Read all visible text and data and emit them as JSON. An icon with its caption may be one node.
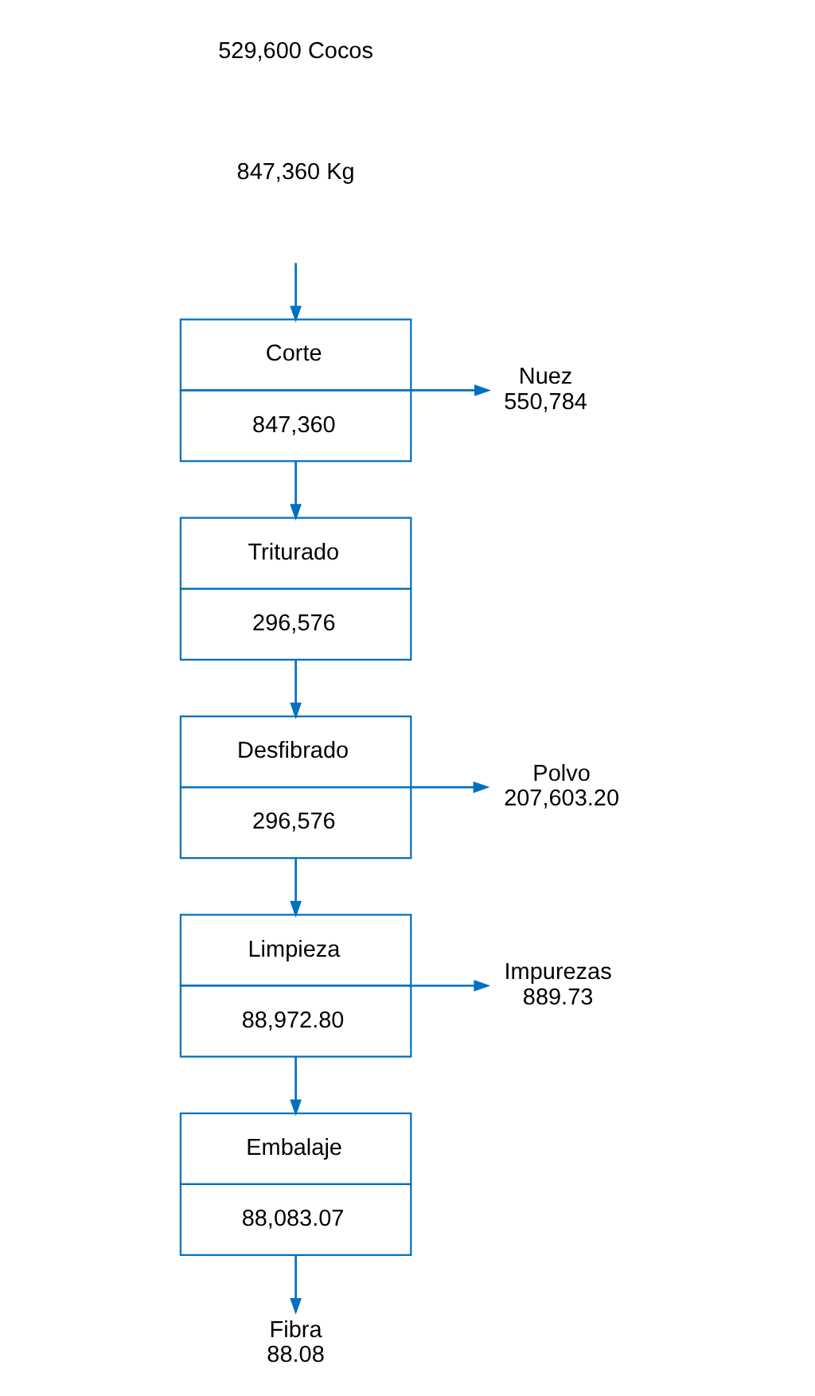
{
  "diagram": {
    "nodes": [
      {
        "text": [
          "Corte",
          "847,360"
        ]
      },
      {
        "text": [
          "Nuez",
          "550,784"
        ]
      },
      {
        "text": [
          "Triturado",
          "296,576"
        ]
      },
      {
        "text": [
          "Desfibrado",
          "296,576"
        ]
      },
      {
        "text": [
          "Polvo",
          "207,603.20"
        ]
      },
      {
        "text": [
          "Limpieza",
          "88,972.80"
        ]
      },
      {
        "text": [
          "Impurezas",
          "889.73"
        ]
      },
      {
        "text": [
          "Embalaje",
          "88,083.07"
        ]
      },
      {
        "text": [
          "Fibra",
          "88.08"
        ]
      }
    ],
    "edges": [
      {
        "from": null,
        "to": 0,
        "arrow": "to"
      },
      {
        "from": 0,
        "to": 1,
        "arrow": "to"
      },
      {
        "from": 0,
        "to": 2,
        "arrow": "to"
      },
      {
        "from": 2,
        "to": 3,
        "arrow": "to"
      },
      {
        "from": 3,
        "to": 4,
        "arrow": "to"
      },
      {
        "from": 3,
        "to": 5,
        "arrow": "to"
      },
      {
        "from": 5,
        "to": 6,
        "arrow": "to"
      },
      {
        "from": 5,
        "to": 7,
        "arrow": "to"
      },
      {
        "from": 7,
        "to": 8,
        "arrow": "to"
      }
    ],
    "labels": [
      "529,600 Cocos",
      "847,360 Kg"
    ]
  }
}
